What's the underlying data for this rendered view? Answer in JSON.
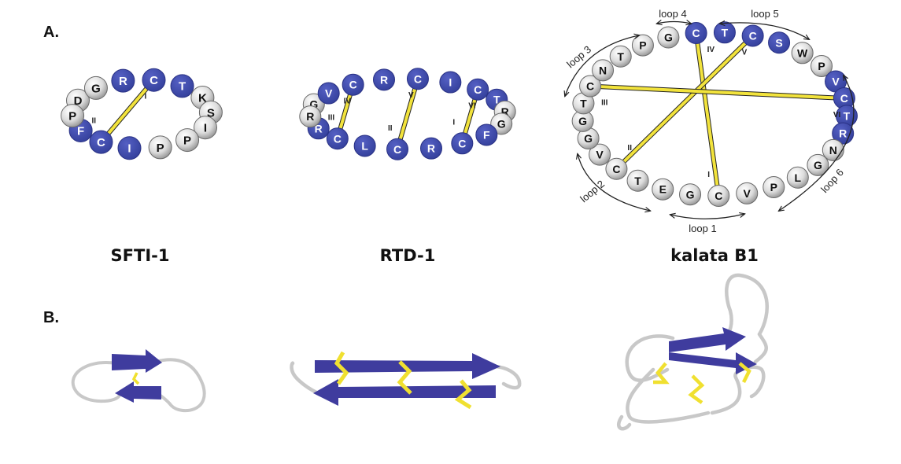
{
  "figure": {
    "panel_a_label": "A.",
    "panel_b_label": "B.",
    "colors": {
      "blue_residue": "#3a46a4",
      "grey_residue_light": "#f2f2f2",
      "grey_residue_dark": "#8c8c8c",
      "disulfide": "#f2e33c",
      "strand": "#3f3c9e",
      "loop_coil": "#c4c4c4"
    }
  },
  "peptides": [
    {
      "name": "SFTI-1",
      "residues": [
        {
          "aa": "D",
          "type": "grey"
        },
        {
          "aa": "G",
          "type": "grey"
        },
        {
          "aa": "R",
          "type": "blue"
        },
        {
          "aa": "C",
          "type": "blue"
        },
        {
          "aa": "T",
          "type": "blue"
        },
        {
          "aa": "K",
          "type": "grey"
        },
        {
          "aa": "S",
          "type": "grey"
        },
        {
          "aa": "I",
          "type": "grey"
        },
        {
          "aa": "P",
          "type": "grey"
        },
        {
          "aa": "P",
          "type": "grey"
        },
        {
          "aa": "I",
          "type": "blue"
        },
        {
          "aa": "C",
          "type": "blue"
        },
        {
          "aa": "F",
          "type": "blue"
        },
        {
          "aa": "P",
          "type": "grey"
        }
      ],
      "bonds": [
        {
          "from": 3,
          "to": 11,
          "label_a": "I",
          "label_b": "II"
        }
      ]
    },
    {
      "name": "RTD-1",
      "residues": [
        {
          "aa": "G",
          "type": "grey"
        },
        {
          "aa": "V",
          "type": "blue"
        },
        {
          "aa": "C",
          "type": "blue"
        },
        {
          "aa": "R",
          "type": "blue"
        },
        {
          "aa": "C",
          "type": "blue"
        },
        {
          "aa": "I",
          "type": "blue"
        },
        {
          "aa": "C",
          "type": "blue"
        },
        {
          "aa": "T",
          "type": "blue"
        },
        {
          "aa": "R",
          "type": "grey"
        },
        {
          "aa": "G",
          "type": "grey"
        },
        {
          "aa": "F",
          "type": "blue"
        },
        {
          "aa": "C",
          "type": "blue"
        },
        {
          "aa": "R",
          "type": "blue"
        },
        {
          "aa": "C",
          "type": "blue"
        },
        {
          "aa": "L",
          "type": "blue"
        },
        {
          "aa": "C",
          "type": "blue"
        },
        {
          "aa": "R",
          "type": "blue"
        },
        {
          "aa": "R",
          "type": "grey"
        }
      ],
      "bonds": [
        {
          "from": 2,
          "to": 15,
          "label_a": "IV",
          "label_b": "III"
        },
        {
          "from": 4,
          "to": 13,
          "label_a": "V",
          "label_b": "II"
        },
        {
          "from": 6,
          "to": 11,
          "label_a": "VI",
          "label_b": "I"
        }
      ]
    },
    {
      "name": "kalata B1",
      "residues": [
        {
          "aa": "C",
          "type": "blue"
        },
        {
          "aa": "T",
          "type": "blue"
        },
        {
          "aa": "C",
          "type": "blue"
        },
        {
          "aa": "S",
          "type": "blue"
        },
        {
          "aa": "W",
          "type": "grey"
        },
        {
          "aa": "P",
          "type": "grey"
        },
        {
          "aa": "V",
          "type": "blue"
        },
        {
          "aa": "C",
          "type": "blue"
        },
        {
          "aa": "T",
          "type": "blue"
        },
        {
          "aa": "R",
          "type": "blue"
        },
        {
          "aa": "N",
          "type": "grey"
        },
        {
          "aa": "G",
          "type": "grey"
        },
        {
          "aa": "L",
          "type": "grey"
        },
        {
          "aa": "P",
          "type": "grey"
        },
        {
          "aa": "V",
          "type": "grey"
        },
        {
          "aa": "C",
          "type": "grey"
        },
        {
          "aa": "G",
          "type": "grey"
        },
        {
          "aa": "E",
          "type": "grey"
        },
        {
          "aa": "T",
          "type": "grey"
        },
        {
          "aa": "C",
          "type": "grey"
        },
        {
          "aa": "V",
          "type": "grey"
        },
        {
          "aa": "G",
          "type": "grey"
        },
        {
          "aa": "G",
          "type": "grey"
        },
        {
          "aa": "T",
          "type": "grey"
        },
        {
          "aa": "C",
          "type": "grey"
        },
        {
          "aa": "N",
          "type": "grey"
        },
        {
          "aa": "T",
          "type": "grey"
        },
        {
          "aa": "P",
          "type": "grey"
        },
        {
          "aa": "G",
          "type": "grey"
        }
      ],
      "bonds": [
        {
          "from": 15,
          "to": 0,
          "label_a": "I",
          "label_b": "IV"
        },
        {
          "from": 19,
          "to": 2,
          "label_a": "II",
          "label_b": "V"
        },
        {
          "from": 24,
          "to": 7,
          "label_a": "III",
          "label_b": "VI"
        }
      ],
      "loops": [
        "loop 1",
        "loop 2",
        "loop 3",
        "loop 4",
        "loop 5",
        "loop 6"
      ]
    }
  ]
}
